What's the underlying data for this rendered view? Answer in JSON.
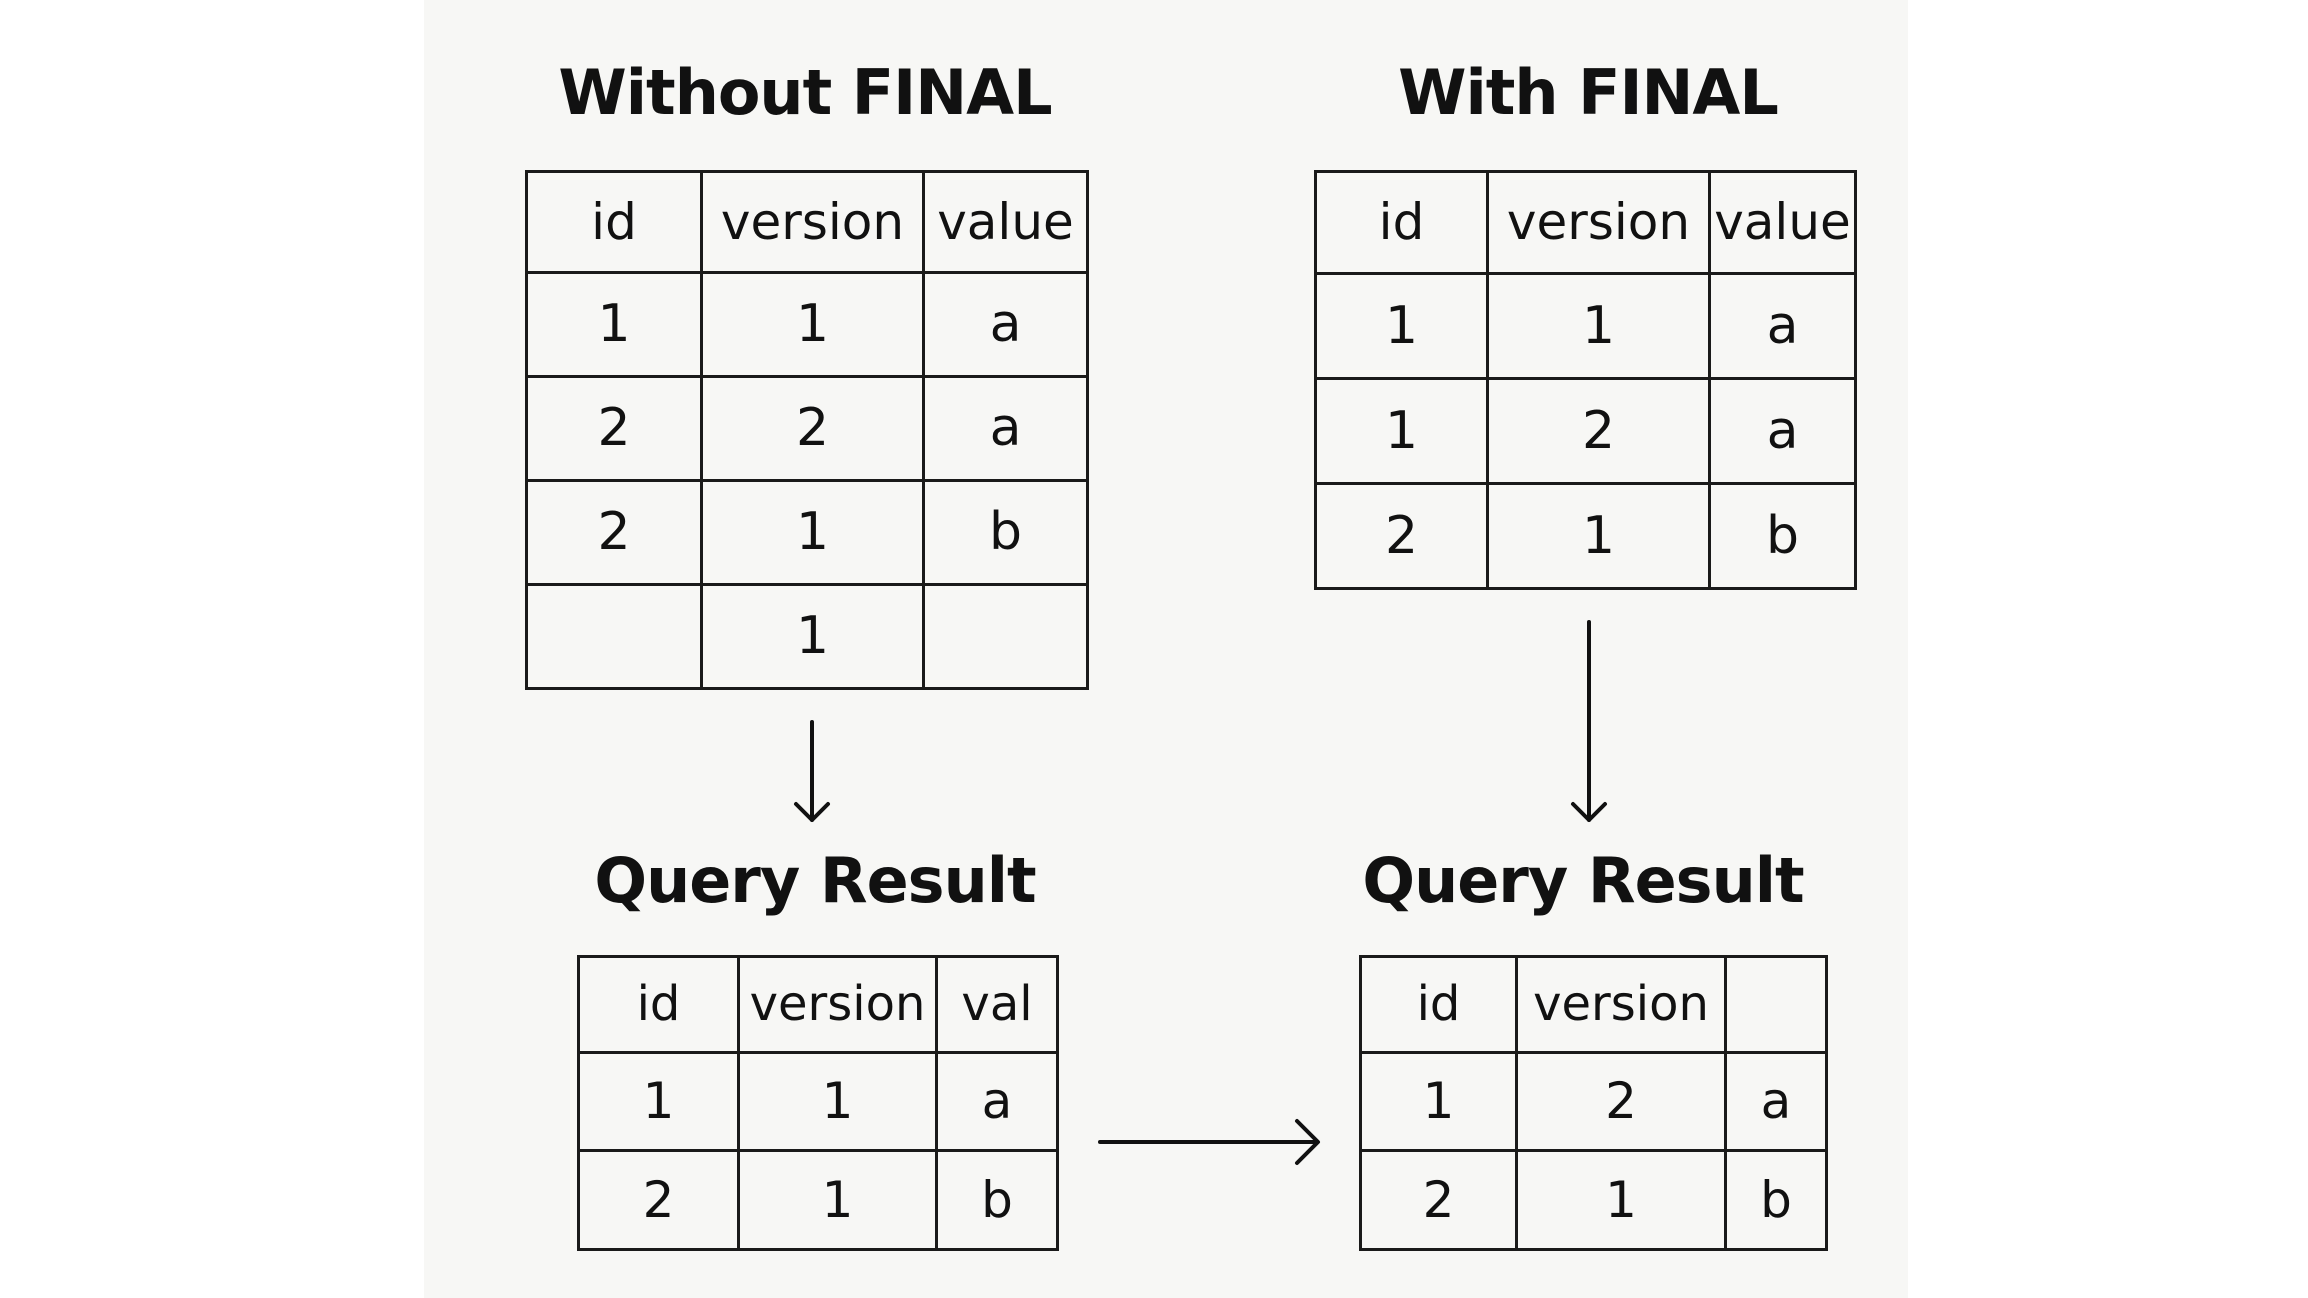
{
  "left": {
    "title": "Without FINAL",
    "source_table": {
      "headers": [
        "id",
        "version",
        "value"
      ],
      "rows": [
        [
          "1",
          "1",
          "a"
        ],
        [
          "2",
          "2",
          "a"
        ],
        [
          "2",
          "1",
          "b"
        ],
        [
          "",
          "1",
          ""
        ]
      ]
    },
    "result_title": "Query Result",
    "result_table": {
      "headers": [
        "id",
        "version",
        "val"
      ],
      "rows": [
        [
          "1",
          "1",
          "a"
        ],
        [
          "2",
          "1",
          "b"
        ]
      ]
    }
  },
  "right": {
    "title": "With FINAL",
    "source_table": {
      "headers": [
        "id",
        "version",
        "value"
      ],
      "rows": [
        [
          "1",
          "1",
          "a"
        ],
        [
          "1",
          "2",
          "a"
        ],
        [
          "2",
          "1",
          "b"
        ]
      ]
    },
    "result_title": "Query Result",
    "result_table": {
      "headers": [
        "id",
        "version",
        ""
      ],
      "rows": [
        [
          "1",
          "2",
          "a"
        ],
        [
          "2",
          "1",
          "b"
        ]
      ]
    }
  },
  "colors": {
    "background": "#ffffff",
    "panel": "#f7f7f5",
    "ink": "#111111"
  }
}
